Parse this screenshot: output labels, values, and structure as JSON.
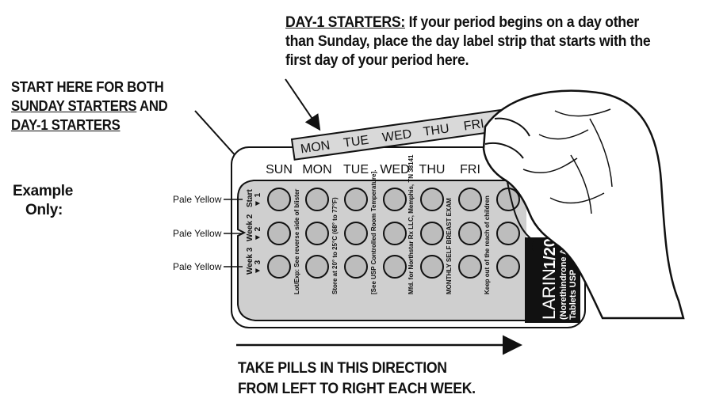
{
  "day1_callout": {
    "heading": "DAY-1 STARTERS:",
    "text": "If your period begins on a day other than Sunday, place the day label strip that starts with the first day of your period here."
  },
  "start_callout": {
    "line1": "START HERE FOR BOTH",
    "sunday": "SUNDAY STARTERS",
    "and": " AND",
    "day1": "DAY-1 STARTERS"
  },
  "example": {
    "line1": "Example",
    "line2": "Only:"
  },
  "label_strip_days": [
    "MON",
    "TUE",
    "WED",
    "THU",
    "FRI"
  ],
  "card_days": [
    "SUN",
    "MON",
    "TUE",
    "WED",
    "THU",
    "FRI"
  ],
  "row_labels": [
    "Start",
    "Week 2",
    "Week 3"
  ],
  "row_glyphs": [
    "▼ 1",
    "▼ 2",
    "▼ 3"
  ],
  "pill_color_labels": [
    "Pale Yellow",
    "Pale Yellow",
    "Pale Yellow"
  ],
  "card_texts": [
    "Lot/Exp: See reverse side of blister",
    "Store at 20° to 25°C (68° to 77°F)",
    "[See USP Controlled Room Temperature].",
    "Mfd. for Northstar Rx LLC, Memphis, TN 38141",
    "MONTHLY SELF BREAST EXAM",
    "Keep out of the reach of children"
  ],
  "brand_label": "LARIN",
  "brand_strength": "1/20",
  "brand_sub1": "(Norethindrone Acetate",
  "brand_sub2": "Tablets USP",
  "footer": {
    "line1": "TAKE PILLS IN THIS DIRECTION",
    "line2": "FROM LEFT TO RIGHT EACH WEEK."
  },
  "colors": {
    "card_fill": "#cfcfcf",
    "pill_fill": "#bdbdbd",
    "ink": "#111111",
    "brand_panel": "#111111"
  }
}
